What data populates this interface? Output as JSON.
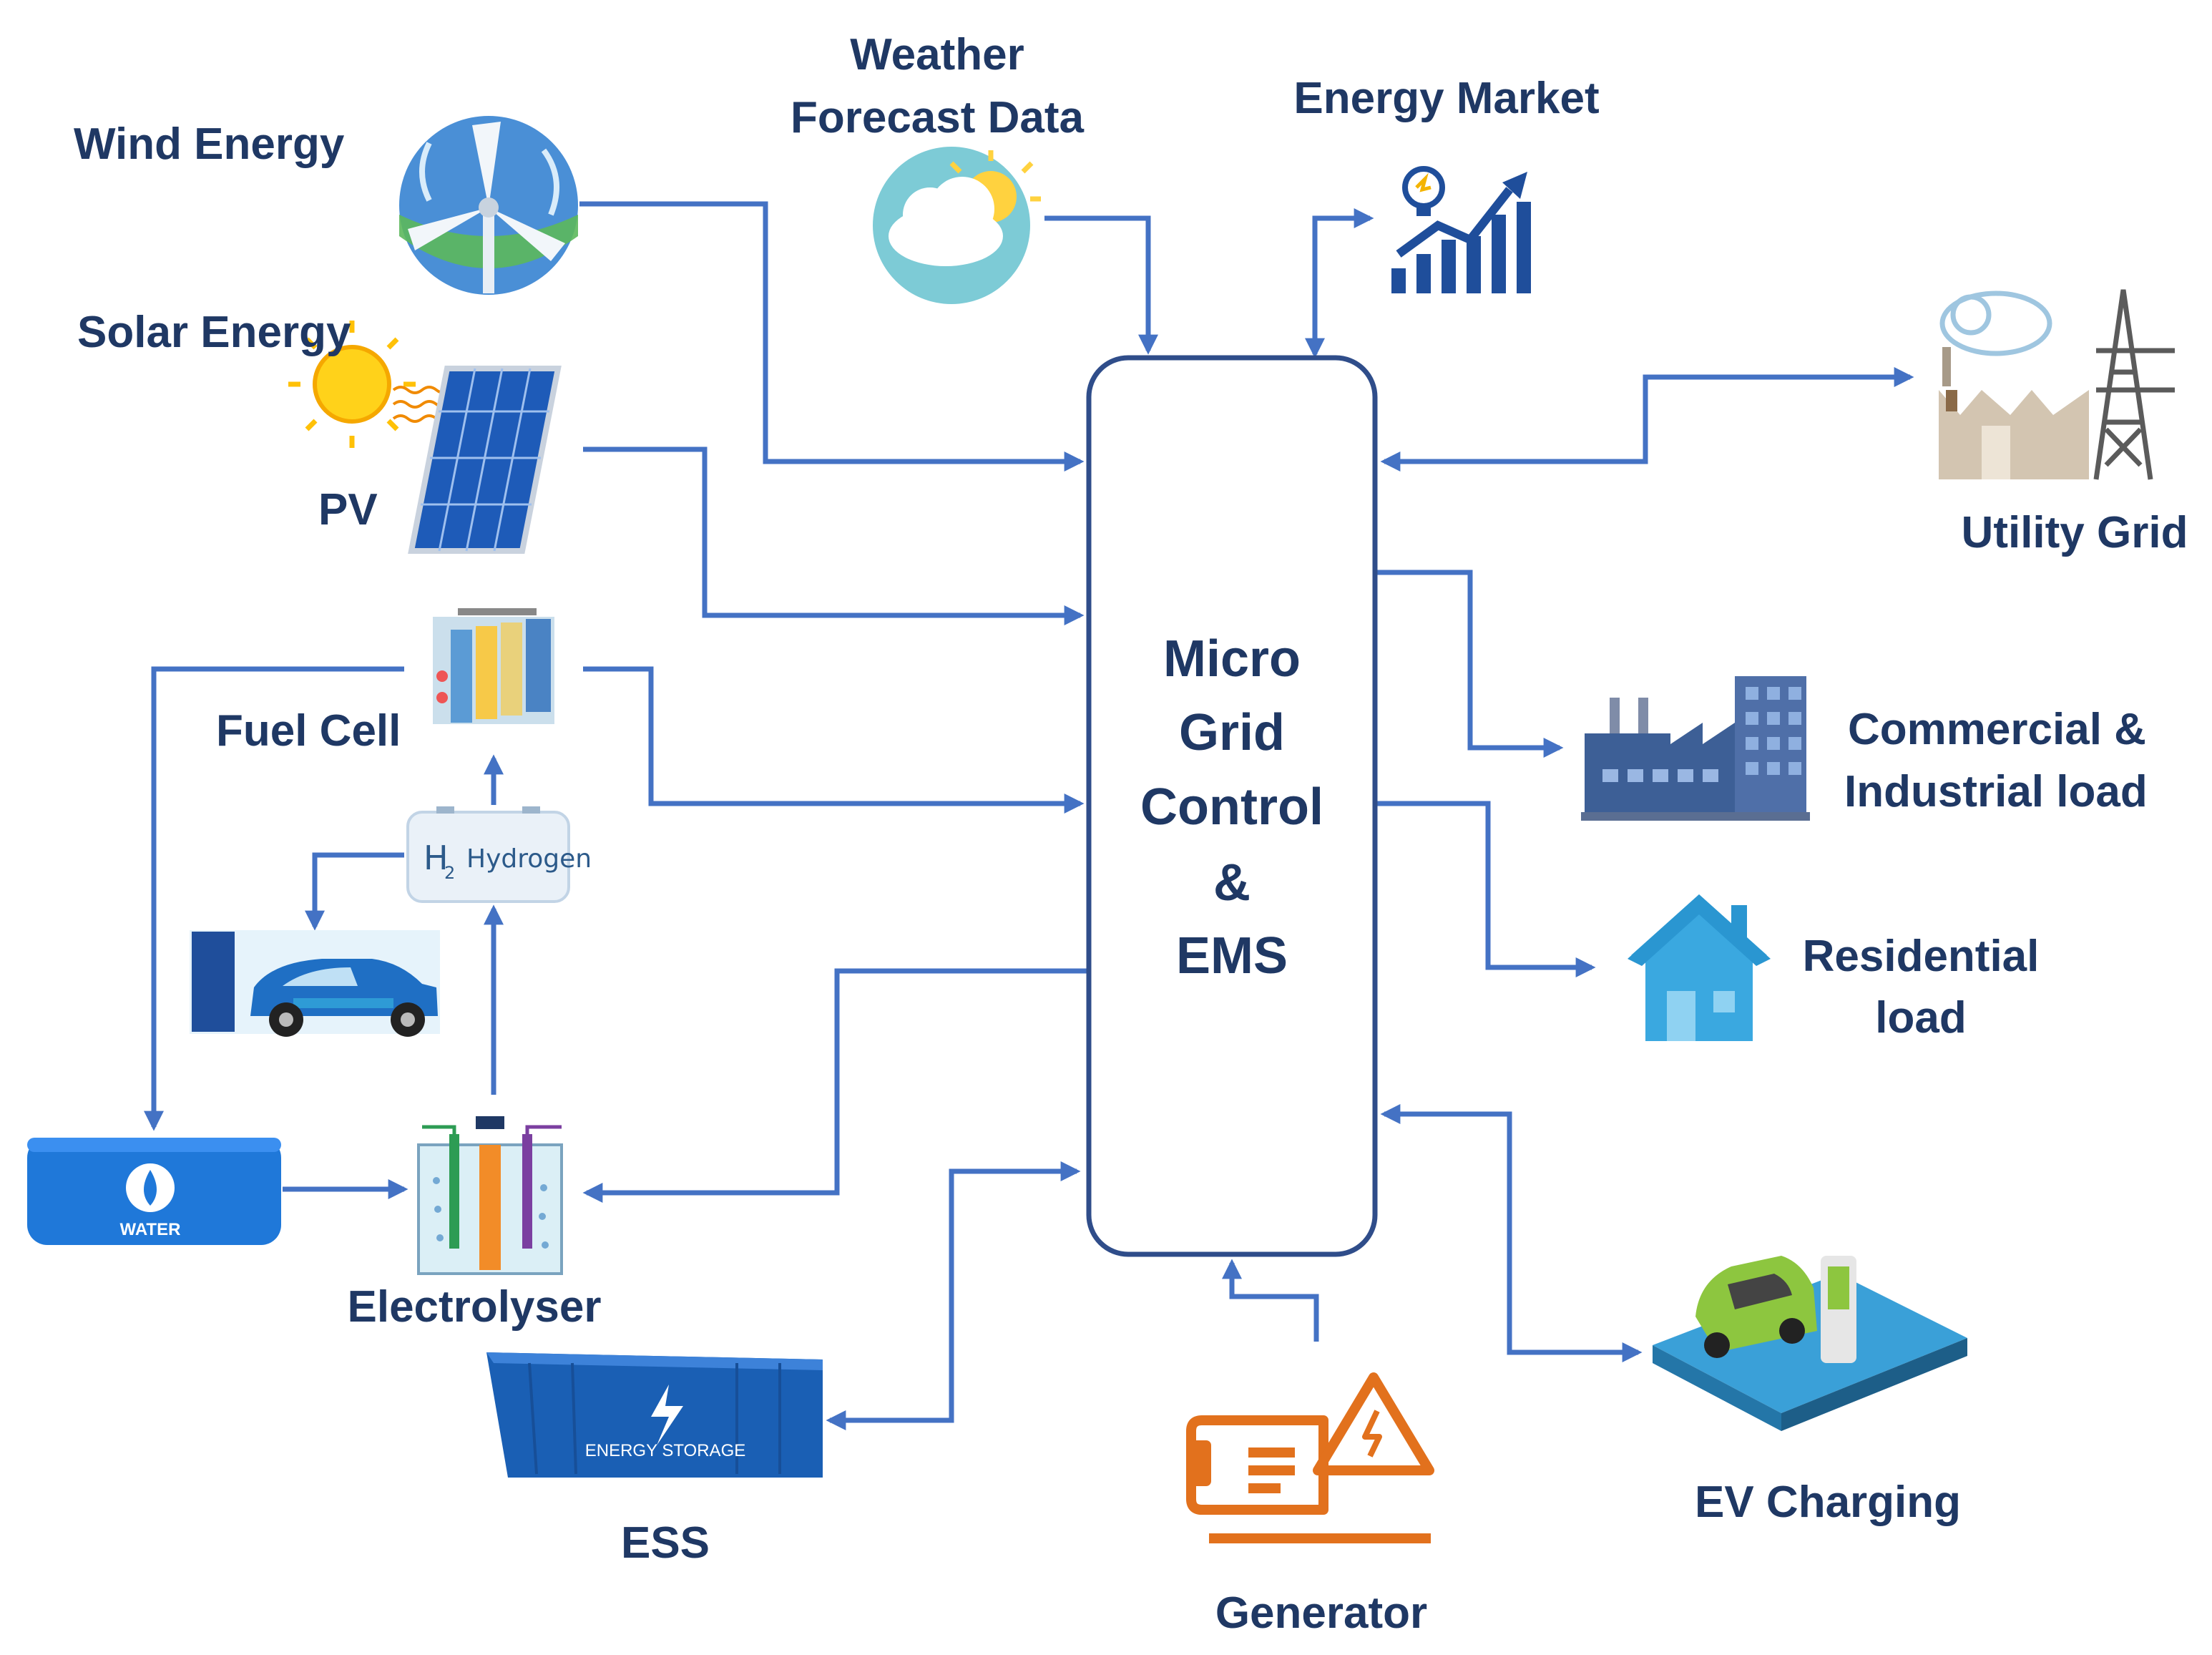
{
  "controller": {
    "lines": [
      "Micro",
      "Grid",
      "Control",
      "&",
      "EMS"
    ]
  },
  "labels": {
    "wind": "Wind Energy",
    "weather_1": "Weather",
    "weather_2": "Forecast Data",
    "market": "Energy Market",
    "solar": "Solar Energy",
    "pv": "PV",
    "utility": "Utility Grid",
    "fuel_cell": "Fuel Cell",
    "commercial_1": "Commercial &",
    "commercial_2": "Industrial load",
    "residential_1": "Residential",
    "residential_2": "load",
    "electrolyser": "Electrolyser",
    "ess": "ESS",
    "generator": "Generator",
    "ev": "EV Charging"
  },
  "icon_text": {
    "hydrogen": "Hydrogen",
    "h2": "H",
    "h2_sub": "2",
    "water": "WATER",
    "energy_storage": "ENERGY STORAGE"
  },
  "colors": {
    "arrow": "#4472c4",
    "label": "#1f3864",
    "controller_border": "#2f4d8a",
    "generator": "#e2711d"
  }
}
